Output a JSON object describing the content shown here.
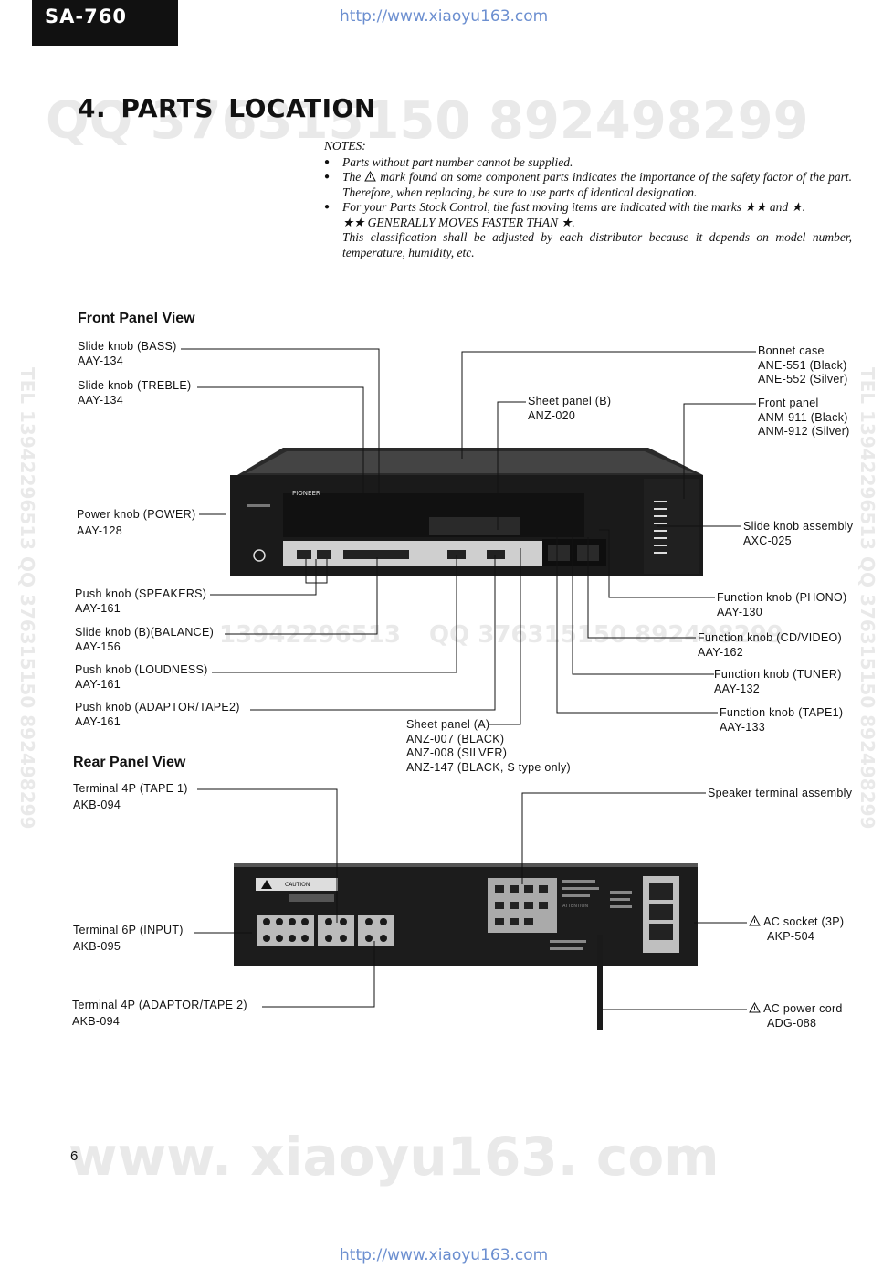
{
  "header": {
    "model": "SA-760"
  },
  "url_top": "http://www.xiaoyu163.com",
  "url_bottom": "http://www.xiaoyu163.com",
  "watermarks": {
    "qq_big": "QQ 376315150   892498299",
    "side_left": "TEL 13942296513  QQ 376315150  892498299",
    "side_right": "TEL 13942296513  QQ 376315150  892498299",
    "mid_a": "13942296513",
    "mid_b": "QQ 376315150 892498299",
    "site": "www. xiaoyu163. com"
  },
  "section_title": "4. PARTS LOCATION",
  "notes": {
    "heading": "NOTES:",
    "item1": "Parts without part number cannot be supplied.",
    "item2_pre": "The",
    "item2_post": "mark found on some component parts indicates the importance of the safety factor of the part. Therefore, when replacing, be sure to use parts of identical designation.",
    "item3": "For your Parts Stock Control, the fast moving items are indicated with the marks ★★ and ★.",
    "line4": "★★ GENERALLY MOVES FASTER THAN ★.",
    "line5": "This classification shall be adjusted by each distributor because it depends on model number, temperature, humidity, etc."
  },
  "front_view": {
    "title": "Front Panel View",
    "brand": "PIONEER",
    "labels": {
      "bass_name": "Slide knob (BASS)",
      "bass_pn": "AAY-134",
      "treble_name": "Slide knob (TREBLE)",
      "treble_pn": "AAY-134",
      "power_name": "Power knob (POWER)",
      "power_pn": "AAY-128",
      "speakers_name": "Push knob (SPEAKERS)",
      "speakers_pn": "AAY-161",
      "balance_name": "Slide knob (B)(BALANCE)",
      "balance_pn": "AAY-156",
      "loudness_name": "Push knob (LOUDNESS)",
      "loudness_pn": "AAY-161",
      "adaptor_name": "Push knob (ADAPTOR/TAPE2)",
      "adaptor_pn": "AAY-161",
      "sheetA_name": "Sheet panel (A)",
      "sheetA_pn1": "ANZ-007 (BLACK)",
      "sheetA_pn2": "ANZ-008 (SILVER)",
      "sheetA_pn3": "ANZ-147 (BLACK, S type only)",
      "sheetB_name": "Sheet panel (B)",
      "sheetB_pn": "ANZ-020",
      "bonnet_name": "Bonnet case",
      "bonnet_pn1": "ANE-551 (Black)",
      "bonnet_pn2": "ANE-552 (Silver)",
      "front_name": "Front panel",
      "front_pn1": "ANM-911 (Black)",
      "front_pn2": "ANM-912 (Silver)",
      "slideasm_name": "Slide knob assembly",
      "slideasm_pn": "AXC-025",
      "phono_name": "Function knob (PHONO)",
      "phono_pn": "AAY-130",
      "cdvideo_name": "Function knob (CD/VIDEO)",
      "cdvideo_pn": "AAY-162",
      "tuner_name": "Function knob (TUNER)",
      "tuner_pn": "AAY-132",
      "tape1_name": "Function knob (TAPE1)",
      "tape1_pn": "AAY-133"
    }
  },
  "rear_view": {
    "title": "Rear Panel View",
    "labels": {
      "t4p1_name": "Terminal 4P (TAPE 1)",
      "t4p1_pn": "AKB-094",
      "t6p_name": "Terminal 6P (INPUT)",
      "t6p_pn": "AKB-095",
      "t4p2_name": "Terminal 4P (ADAPTOR/TAPE 2)",
      "t4p2_pn": "AKB-094",
      "spk_name": "Speaker terminal assembly",
      "acsock_name": "AC socket (3P)",
      "acsock_pn": "AKP-504",
      "accord_name": "AC power cord",
      "accord_pn": "ADG-088"
    },
    "panel_text": {
      "caution": "CAUTION",
      "attention": "ATTENTION"
    }
  },
  "page_number": "6"
}
